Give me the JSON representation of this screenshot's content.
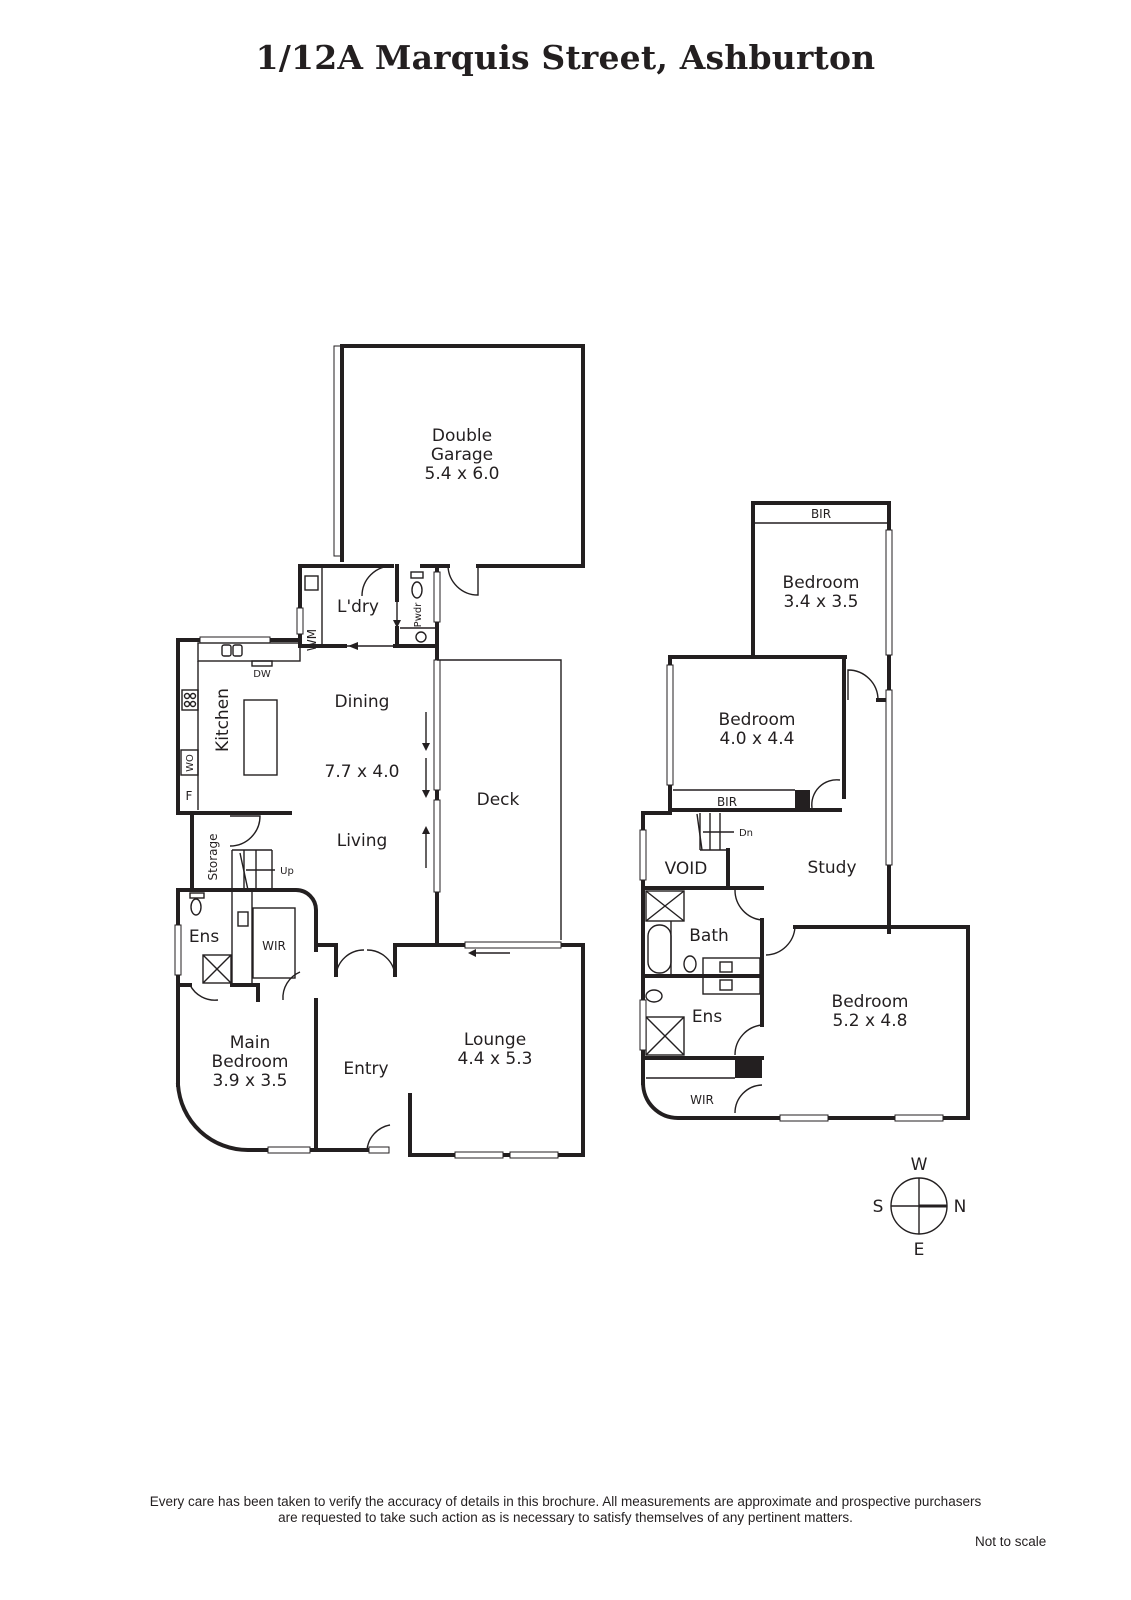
{
  "title": "1/12A Marquis Street, Ashburton",
  "ground_floor": {
    "double_garage": {
      "name1": "Double",
      "name2": "Garage",
      "dims": "5.4 x 6.0"
    },
    "laundry": "L'dry",
    "wm": "WM",
    "powder": "Pwdr",
    "kitchen": "Kitchen",
    "dw": "DW",
    "wo": "WO",
    "fridge": "F",
    "dining": "Dining",
    "dining_living_dims": "7.7 x 4.0",
    "living": "Living",
    "deck": "Deck",
    "storage": "Storage",
    "up": "Up",
    "ensuite": "Ens",
    "wir": "WIR",
    "main_bedroom": {
      "name1": "Main",
      "name2": "Bedroom",
      "dims": "3.9 x 3.5"
    },
    "entry": "Entry",
    "lounge": {
      "name": "Lounge",
      "dims": "4.4 x 5.3"
    }
  },
  "first_floor": {
    "bedroom_1": {
      "bir": "BIR",
      "name": "Bedroom",
      "dims": "3.4 x 3.5"
    },
    "bedroom_2": {
      "name": "Bedroom",
      "dims": "4.0 x 4.4",
      "bir": "BIR"
    },
    "dn": "Dn",
    "void": "VOID",
    "study": "Study",
    "bath": "Bath",
    "ensuite": "Ens",
    "wir": "WIR",
    "bedroom_3": {
      "name": "Bedroom",
      "dims": "5.2 x 4.8"
    }
  },
  "compass": {
    "top": "W",
    "left": "S",
    "right": "N",
    "bottom": "E"
  },
  "disclaimer": {
    "line1": "Every care has been taken to verify the accuracy of details in this brochure.  All measurements are approximate and prospective purchasers",
    "line2": "are requested to take such action as is necessary to satisfy themselves of any pertinent matters.",
    "scale_note": "Not to scale"
  }
}
